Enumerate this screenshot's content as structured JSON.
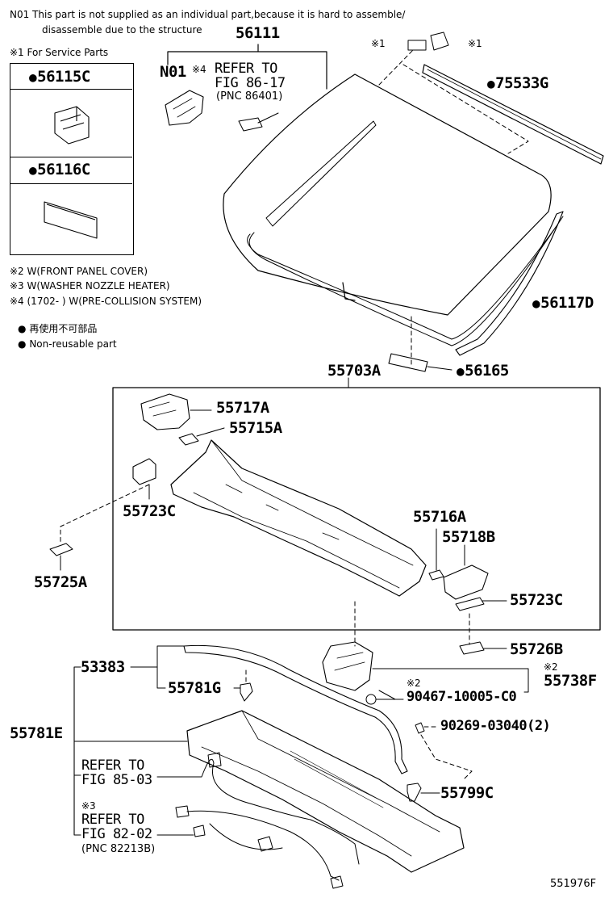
{
  "notes": {
    "n01_line1": "N01  This part is not supplied as an individual part,because it is hard to assemble/",
    "n01_line2": "disassemble due to the structure",
    "service_parts": "※1 For Service Parts",
    "note2": "※2 W(FRONT PANEL COVER)",
    "note3": "※3 W(WASHER NOZZLE HEATER)",
    "note4": "※4 (1702-        ) W(PRE-COLLISION SYSTEM)",
    "legend_jp": "再使用不可部品",
    "legend_en": "Non-reusable part"
  },
  "service_box": {
    "part1": "56115C",
    "part2": "56116C"
  },
  "labels": {
    "p56111": "56111",
    "n01": "N01",
    "mark4": "※4",
    "refer_to": "REFER TO",
    "fig86": "FIG 86-17",
    "pnc86": "(PNC 86401)",
    "mark1a": "※1",
    "mark1b": "※1",
    "p75533g": "75533G",
    "p56117d": "56117D",
    "p56165": "56165",
    "p55703a": "55703A",
    "p55717a": "55717A",
    "p55715a": "55715A",
    "p55723c_a": "55723C",
    "p55725a": "55725A",
    "p55716a": "55716A",
    "p55718b": "55718B",
    "p55723c_b": "55723C",
    "p55726b": "55726B",
    "p53383": "53383",
    "p55781g": "55781G",
    "mark2a": "※2",
    "p90467": "90467-10005-C0",
    "mark2b": "※2",
    "p55738f": "55738F",
    "p55781e": "55781E",
    "p90269": "90269-03040(2)",
    "refer_to_2": "REFER TO",
    "fig85": "FIG 85-03",
    "p55799c": "55799C",
    "mark3": "※3",
    "refer_to_3": "REFER TO",
    "fig82": "FIG 82-02",
    "pnc82": "(PNC 82213B)",
    "drawing_no": "551976F"
  }
}
